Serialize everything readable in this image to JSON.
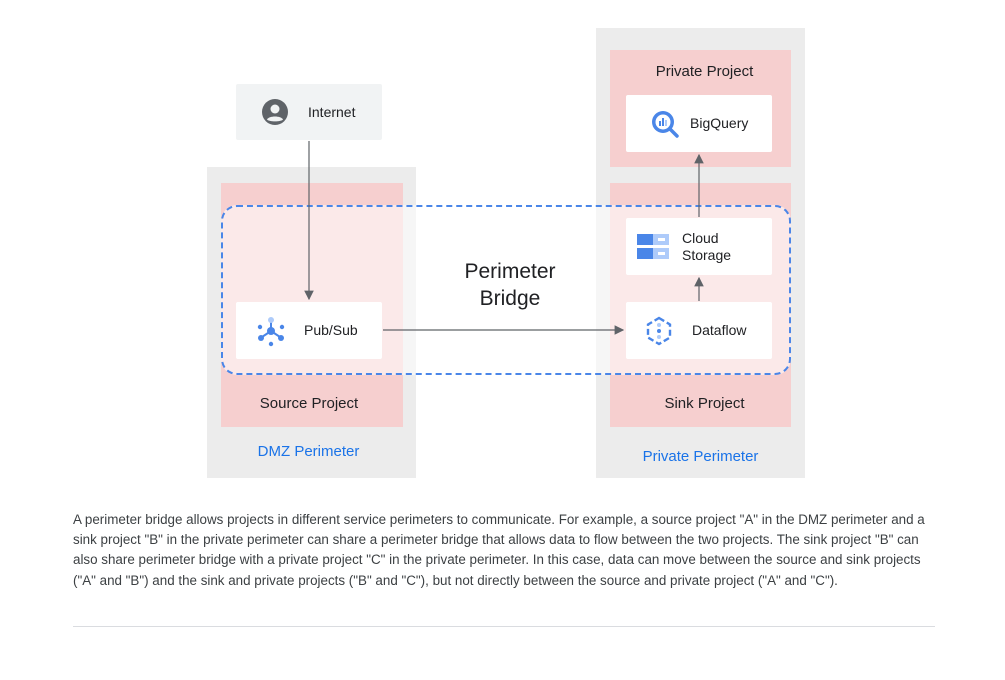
{
  "diagram": {
    "internet_label": "Internet",
    "dmz_perimeter_label": "DMZ Perimeter",
    "private_perimeter_label": "Private Perimeter",
    "source_project_label": "Source Project",
    "sink_project_label": "Sink Project",
    "private_project_label": "Private Project",
    "bridge_line1": "Perimeter",
    "bridge_line2": "Bridge",
    "pubsub_label": "Pub/Sub",
    "dataflow_label": "Dataflow",
    "storage_line1": "Cloud",
    "storage_line2": "Storage",
    "bigquery_label": "BigQuery",
    "icons": [
      "user-icon",
      "pubsub-icon",
      "dataflow-icon",
      "cloud-storage-icon",
      "bigquery-icon"
    ],
    "colors": {
      "accent_blue": "#1a73e8",
      "bridge_dash": "#4a86e8",
      "pink": "#f6cfcf",
      "grey": "#ececec"
    }
  },
  "description": "A perimeter bridge allows projects in different service perimeters to communicate. For example, a source project \"A\" in the DMZ perimeter and a sink project \"B\" in the private perimeter can share a perimeter bridge that allows data to flow between the two projects. The sink project \"B\" can also share perimeter bridge with a private project \"C\" in the private perimeter. In this case, data can move between the source and sink projects (\"A\" and \"B\") and the sink and private projects (\"B\" and \"C\"), but not directly between the source and private project (\"A\" and \"C\")."
}
